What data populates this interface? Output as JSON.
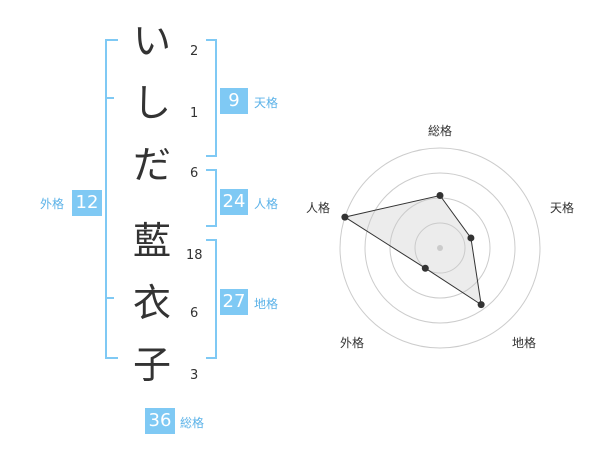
{
  "name_chars": [
    {
      "char": "い",
      "strokes": "2"
    },
    {
      "char": "し",
      "strokes": "1"
    },
    {
      "char": "だ",
      "strokes": "6"
    },
    {
      "char": "藍",
      "strokes": "18"
    },
    {
      "char": "衣",
      "strokes": "6"
    },
    {
      "char": "子",
      "strokes": "3"
    }
  ],
  "kaku": {
    "tenkaku": {
      "value": "9",
      "label": "天格"
    },
    "jinkaku": {
      "value": "24",
      "label": "人格"
    },
    "chikaku": {
      "value": "27",
      "label": "地格"
    },
    "gaikaku": {
      "value": "12",
      "label": "外格"
    },
    "soukaku": {
      "value": "36",
      "label": "総格"
    }
  },
  "colors": {
    "accent": "#7fc9f4",
    "bracket": "#7fc9f4",
    "label": "#5bb2e8"
  },
  "chart_data": {
    "type": "radar",
    "axes": [
      "総格",
      "天格",
      "地格",
      "外格",
      "人格"
    ],
    "rings": 4,
    "values": [
      2.1,
      1.3,
      2.8,
      1.0,
      4.0
    ],
    "max": 4
  }
}
